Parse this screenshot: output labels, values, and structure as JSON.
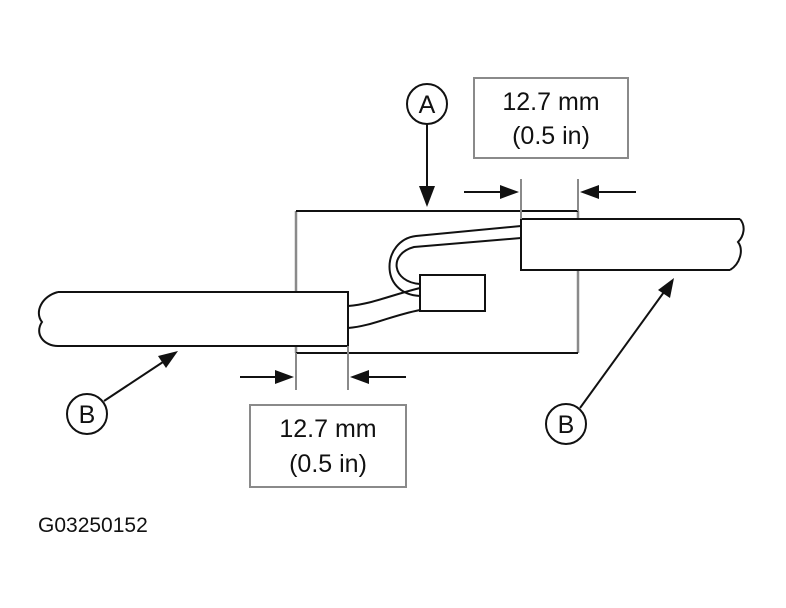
{
  "callouts": {
    "a": "A",
    "b_left": "B",
    "b_right": "B"
  },
  "dimensions": {
    "top": {
      "metric": "12.7 mm",
      "imperial": "(0.5 in)"
    },
    "bottom": {
      "metric": "12.7 mm",
      "imperial": "(0.5 in)"
    }
  },
  "figure_id": "G03250152",
  "colors": {
    "line": "#111111",
    "frame": "#8a8a8a",
    "background": "#ffffff"
  }
}
